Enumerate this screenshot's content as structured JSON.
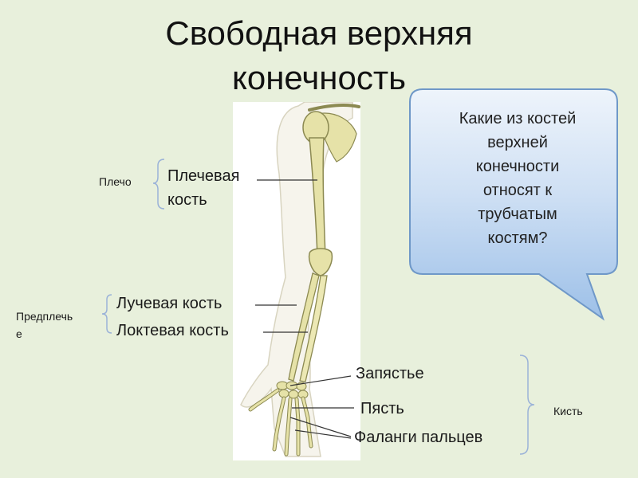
{
  "title": {
    "line1": "Свободная верхняя",
    "line2": "конечность"
  },
  "question": {
    "lines": [
      "Какие из костей",
      "верхней",
      "конечности",
      "относят к",
      "трубчатым",
      "костям?"
    ]
  },
  "groups": {
    "shoulder": "Плечо",
    "forearm_line1": "Предплечь",
    "forearm_line2": "е",
    "hand": "Кисть"
  },
  "bones": {
    "humerus_line1": "Плечевая",
    "humerus_line2": "кость",
    "radius": "Лучевая кость",
    "ulna": "Локтевая кость",
    "carpus": "Запястье",
    "metacarpus": "Пясть",
    "phalanges": "Фаланги пальцев"
  },
  "colors": {
    "background": "#e8f0dc",
    "bubble_fill_top": "#eef4fb",
    "bubble_fill_bottom": "#9dc0e8",
    "bubble_stroke": "#6f98c8",
    "bone": "#e6e2a8",
    "bone_outline": "#8c8a52",
    "bracket": "#9ab2d8",
    "leader": "#333333"
  }
}
